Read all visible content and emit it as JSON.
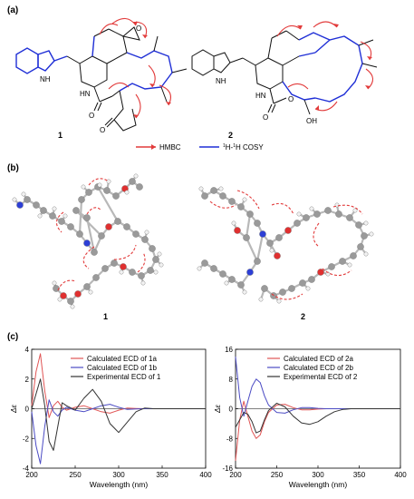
{
  "panels": {
    "a": "(a)",
    "b": "(b)",
    "c": "(c)"
  },
  "structure_labels": {
    "nh1": "NH",
    "nh2": "NH",
    "hn1": "HN",
    "hn2": "HN",
    "o1": "O",
    "o2": "O",
    "o3": "O",
    "o4": "O",
    "o5": "O",
    "oh": "OH",
    "compound1": "1",
    "compound2": "2"
  },
  "legend_ab": {
    "hmbc": "HMBC",
    "cosy_prefix": "1",
    "cosy_mid": "H-",
    "cosy_sup2": "1",
    "cosy_suffix": "H COSY"
  },
  "conformers": {
    "label1": "1",
    "label2": "2"
  },
  "colors": {
    "hmbc": "#e23b3b",
    "cosy": "#1f2fd6",
    "calc_a": "#e05555",
    "calc_b": "#4b4bc4",
    "exp": "#333333"
  },
  "chart_data": [
    {
      "type": "line",
      "xlabel": "Wavelength (nm)",
      "ylabel": "Δε",
      "xlim": [
        200,
        400
      ],
      "ylim": [
        -4,
        4
      ],
      "xticks": [
        200,
        250,
        300,
        350,
        400
      ],
      "yticks": [
        -4,
        -2,
        0,
        2,
        4
      ],
      "legend_position": "top-right",
      "series": [
        {
          "name": "Calculated ECD of 1a",
          "color": "#e05555",
          "x": [
            200,
            205,
            210,
            215,
            220,
            225,
            230,
            235,
            240,
            250,
            260,
            270,
            280,
            290,
            300,
            310,
            320,
            330,
            340,
            350,
            360,
            370,
            380,
            390,
            400
          ],
          "y": [
            0.2,
            2.5,
            3.7,
            1.2,
            -0.6,
            0.2,
            0.5,
            0.1,
            -0.1,
            0.1,
            0.2,
            0.0,
            -0.2,
            -0.3,
            -0.1,
            0.05,
            0.02,
            0.0,
            0.0,
            0.0,
            0.0,
            0.0,
            0.0,
            0.0,
            0.0
          ]
        },
        {
          "name": "Calculated ECD of 1b",
          "color": "#4b4bc4",
          "x": [
            200,
            205,
            210,
            215,
            220,
            225,
            230,
            235,
            240,
            250,
            260,
            270,
            280,
            290,
            300,
            310,
            320,
            330,
            340,
            350,
            360,
            370,
            380,
            390,
            400
          ],
          "y": [
            -0.2,
            -2.5,
            -3.7,
            -1.2,
            0.6,
            -0.2,
            -0.5,
            -0.1,
            0.1,
            -0.1,
            -0.2,
            0.0,
            0.2,
            0.3,
            0.1,
            -0.05,
            -0.02,
            0.0,
            0.0,
            0.0,
            0.0,
            0.0,
            0.0,
            0.0,
            0.0
          ]
        },
        {
          "name": "Experimental ECD of 1",
          "color": "#333333",
          "x": [
            200,
            205,
            210,
            215,
            220,
            225,
            230,
            235,
            240,
            250,
            260,
            270,
            280,
            290,
            300,
            310,
            320,
            330,
            340,
            350,
            360,
            370,
            380,
            390,
            400
          ],
          "y": [
            0.0,
            1.0,
            2.0,
            0.2,
            -2.2,
            -2.8,
            -1.2,
            0.4,
            0.2,
            -0.1,
            0.7,
            1.3,
            0.5,
            -1.0,
            -1.6,
            -0.9,
            -0.2,
            0.05,
            0.0,
            0.0,
            0.0,
            0.0,
            0.0,
            0.0,
            0.0
          ]
        }
      ]
    },
    {
      "type": "line",
      "xlabel": "Wavelength (nm)",
      "ylabel": "Δε",
      "xlim": [
        200,
        400
      ],
      "ylim": [
        -16,
        16
      ],
      "xticks": [
        200,
        250,
        300,
        350,
        400
      ],
      "yticks": [
        -16,
        -8,
        0,
        8,
        16
      ],
      "legend_position": "top-right",
      "series": [
        {
          "name": "Calculated ECD of 2a",
          "color": "#e05555",
          "x": [
            200,
            205,
            210,
            215,
            220,
            225,
            230,
            235,
            240,
            250,
            260,
            270,
            280,
            290,
            300,
            310,
            320,
            330,
            340,
            350,
            360,
            370,
            380,
            390,
            400
          ],
          "y": [
            -14.0,
            -3.0,
            2.0,
            -2.0,
            -6.0,
            -8.0,
            -7.0,
            -3.5,
            -1.0,
            1.0,
            1.2,
            0.3,
            -0.3,
            -0.3,
            -0.1,
            0.0,
            0.0,
            0.0,
            0.0,
            0.0,
            0.0,
            0.0,
            0.0,
            0.0,
            0.0
          ]
        },
        {
          "name": "Calculated ECD of 2b",
          "color": "#4b4bc4",
          "x": [
            200,
            205,
            210,
            215,
            220,
            225,
            230,
            235,
            240,
            250,
            260,
            270,
            280,
            290,
            300,
            310,
            320,
            330,
            340,
            350,
            360,
            370,
            380,
            390,
            400
          ],
          "y": [
            14.0,
            3.0,
            -2.0,
            2.0,
            6.0,
            8.0,
            7.0,
            3.5,
            1.0,
            -1.0,
            -1.2,
            -0.3,
            0.3,
            0.3,
            0.1,
            0.0,
            0.0,
            0.0,
            0.0,
            0.0,
            0.0,
            0.0,
            0.0,
            0.0,
            0.0
          ]
        },
        {
          "name": "Experimental ECD of 2",
          "color": "#333333",
          "x": [
            200,
            205,
            210,
            215,
            220,
            225,
            230,
            235,
            240,
            250,
            260,
            270,
            280,
            290,
            300,
            310,
            320,
            330,
            340,
            350,
            360,
            370,
            380,
            390,
            400
          ],
          "y": [
            -5.0,
            -3.0,
            -1.0,
            -1.5,
            -3.5,
            -6.5,
            -6.0,
            -3.0,
            -0.5,
            1.5,
            0.5,
            -2.0,
            -3.8,
            -4.2,
            -3.5,
            -2.0,
            -0.8,
            -0.2,
            0.0,
            0.0,
            0.0,
            0.0,
            0.0,
            0.0,
            0.0
          ]
        }
      ]
    }
  ]
}
